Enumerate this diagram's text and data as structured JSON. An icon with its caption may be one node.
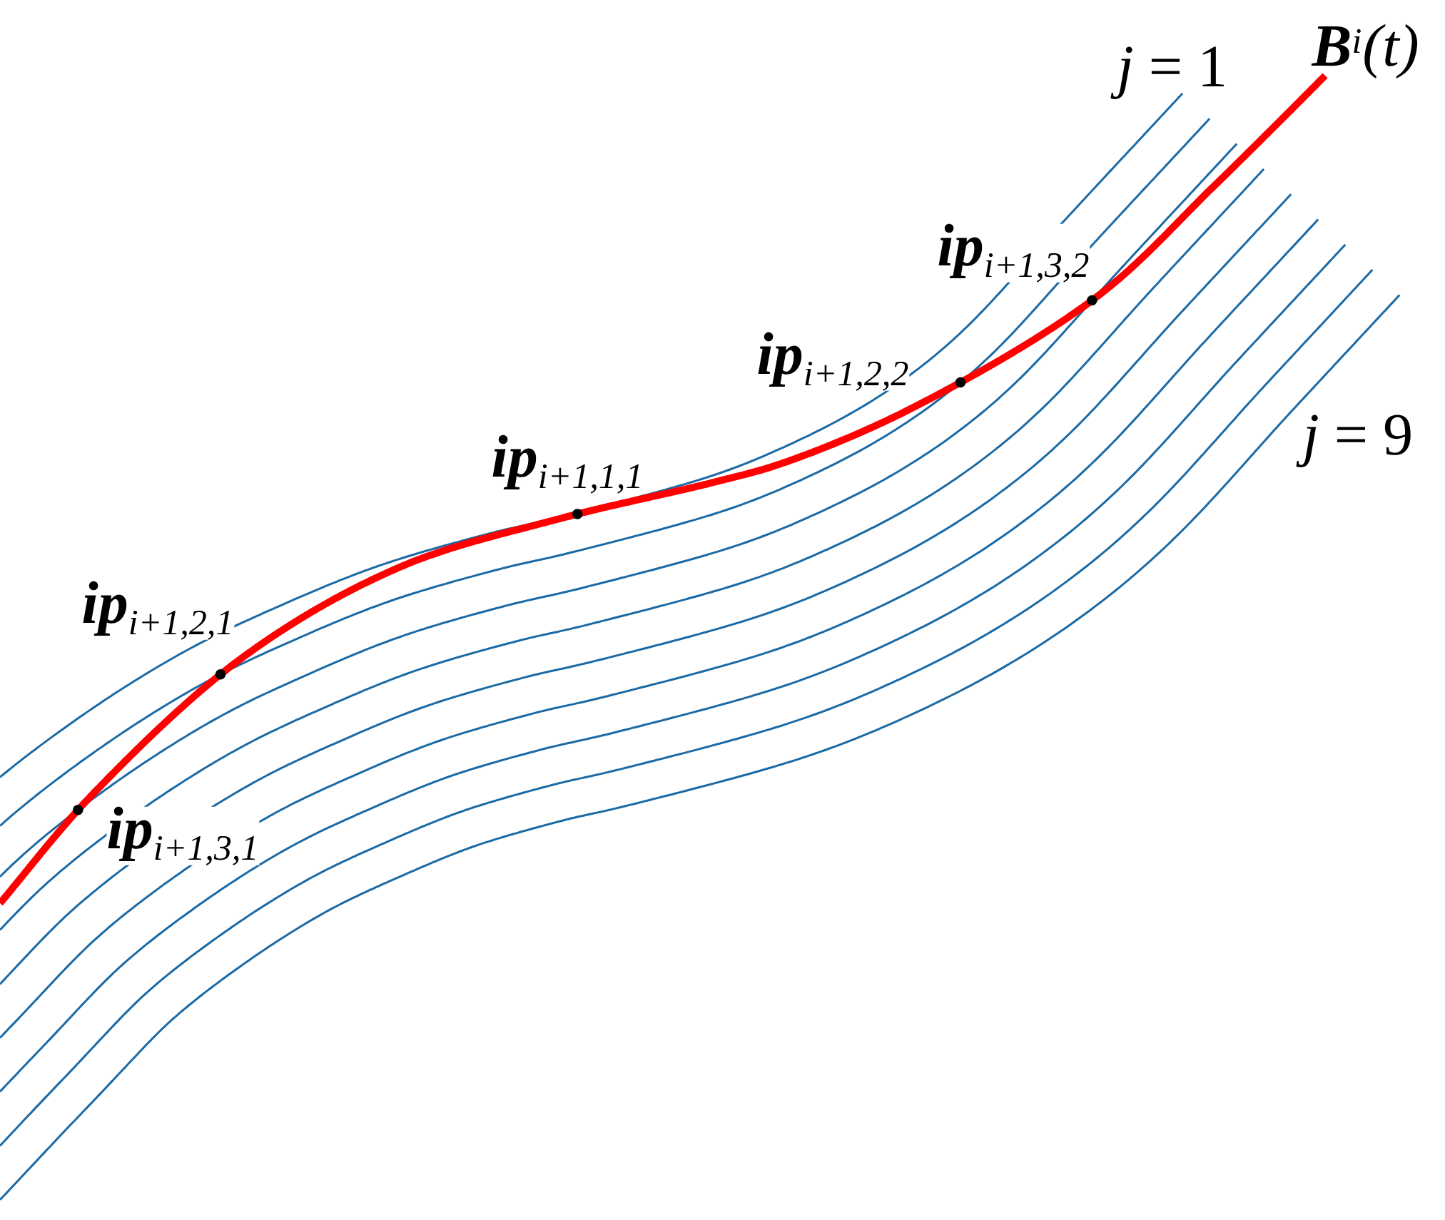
{
  "diagram": {
    "labels": [
      "*j* = 1",
      "**B**$^{i}$(t)",
      "**ip**$_{i+1,3,2}$",
      "**ip**$_{i+1,2,2}$",
      "*j* = 9",
      "**ip**$_{i+1,1,1}$",
      "**ip**$_{i+1,2,1}$",
      "**ip**$_{i+1,3,1}$"
    ]
  }
}
